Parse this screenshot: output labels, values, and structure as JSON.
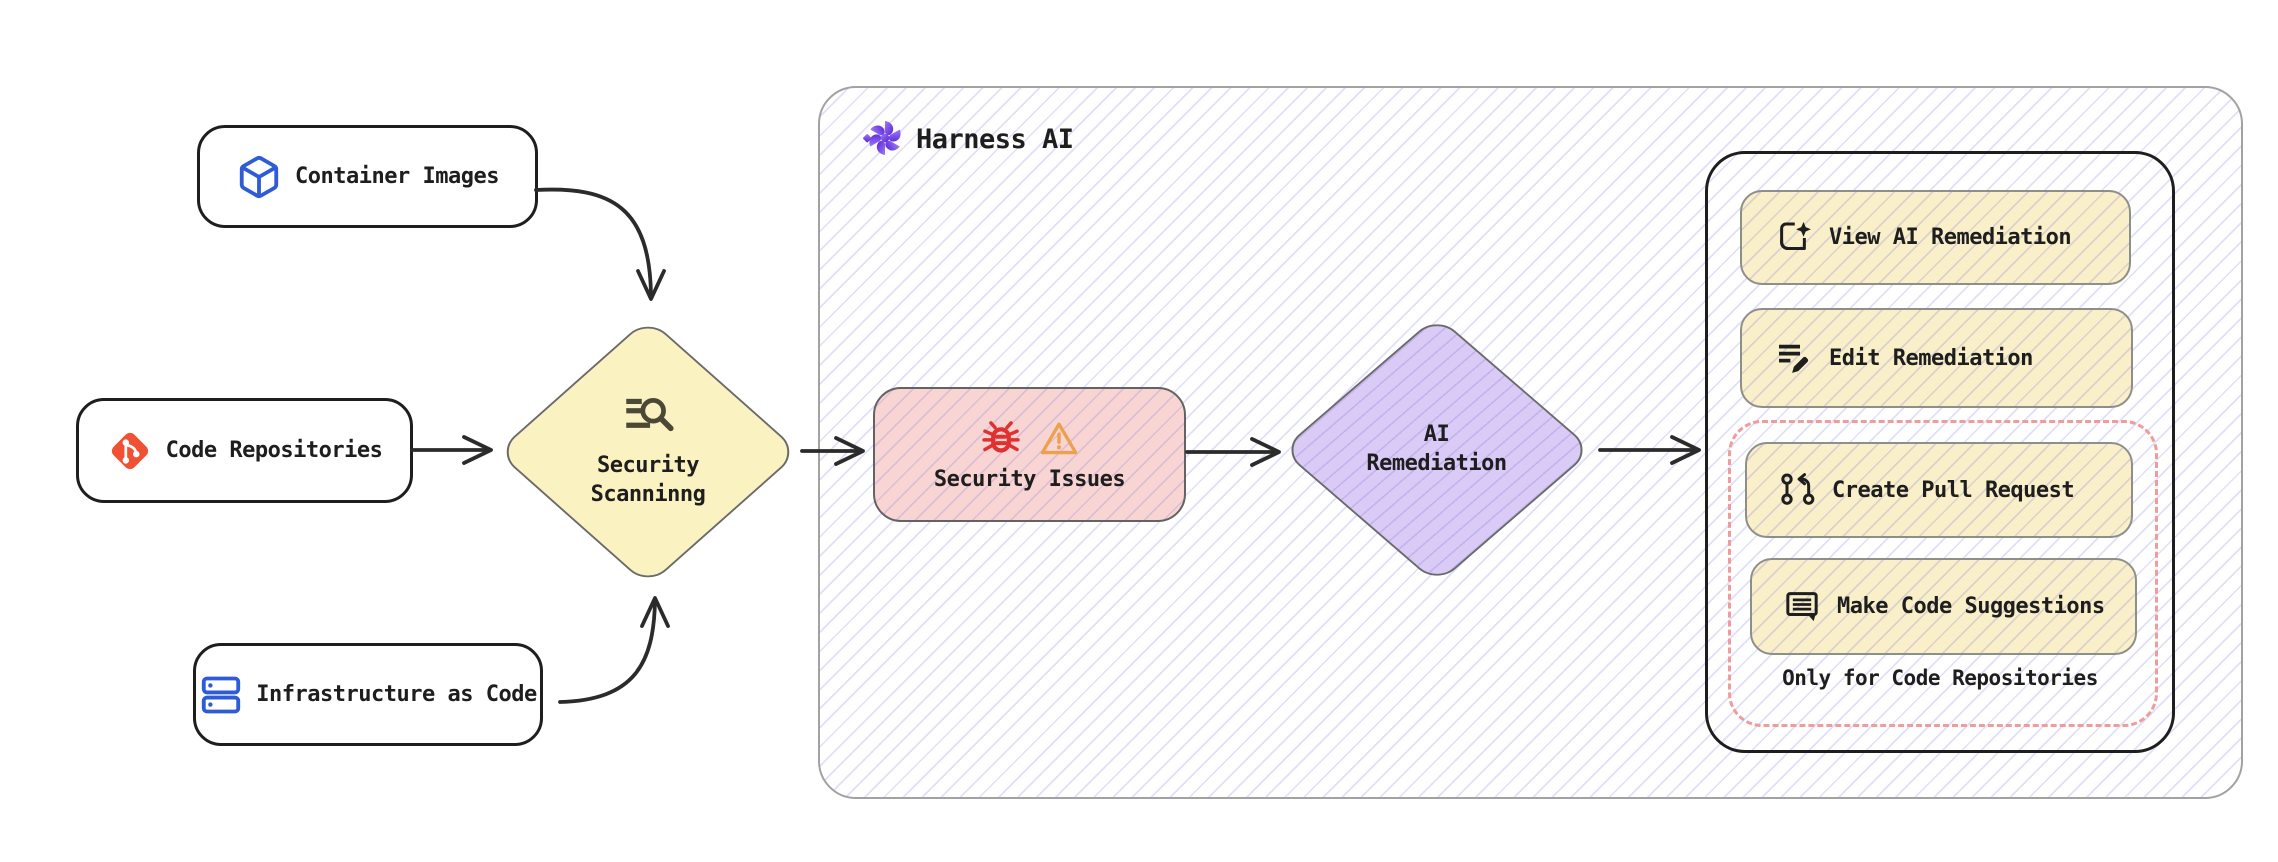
{
  "diagram": {
    "inputs": [
      {
        "label": "Container Images",
        "icon": "cube-icon"
      },
      {
        "label": "Code Repositories",
        "icon": "git-icon"
      },
      {
        "label": "Infrastructure as Code",
        "icon": "servers-icon"
      }
    ],
    "scanning": {
      "label": "Security\nScanninng",
      "icon": "search-list-icon",
      "fill": "#fbf2c2"
    },
    "harness_group": {
      "title": "Harness AI",
      "icon": "flower-icon"
    },
    "issues": {
      "label": "Security Issues",
      "icons": [
        "bug-icon",
        "warning-icon"
      ],
      "fill": "#f8d5d3"
    },
    "remediation": {
      "label": "AI\nRemediation",
      "fill": "#d9caf6"
    },
    "actions": {
      "view": {
        "label": "View AI Remediation",
        "icon": "document-sparkle-icon"
      },
      "edit": {
        "label": "Edit Remediation",
        "icon": "list-pencil-icon"
      },
      "create_pr": {
        "label": "Create Pull Request",
        "icon": "pull-request-icon"
      },
      "suggest": {
        "label": "Make Code Suggestions",
        "icon": "comment-icon"
      },
      "note": "Only for Code Repositories",
      "fill": "#f9efc8"
    },
    "colors": {
      "cube_icon": "#2e5bd7",
      "git_icon": "#f05133",
      "servers_icon": "#2e5bd7",
      "search_icon": "#4c4836",
      "bug_icon": "#e03131",
      "warning_icon": "#eda14e",
      "harness_purple": "#6d3bef",
      "dashed_border": "#f09c9c",
      "arrow": "#2b2b2b",
      "panel_border": "#1e1e1e"
    }
  }
}
